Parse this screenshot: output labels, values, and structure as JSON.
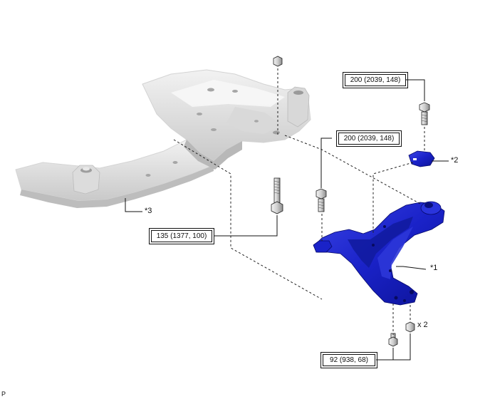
{
  "torque_specs": {
    "bracket_bolt": "200 (2039, 148)",
    "arm_front_bolt": "200 (2039, 148)",
    "arm_rear_bolt": "135 (1377, 100)",
    "ball_joint_fasteners": "92 (938, 68)"
  },
  "callouts": {
    "lower_arm": "*1",
    "bracket": "*2",
    "crossmember": "*3",
    "quantity": "x 2"
  },
  "corner_mark": "P",
  "colors": {
    "part_highlight": "#1a22c8",
    "part_dark": "#0a0f7a",
    "frame_light": "#e9e9e9",
    "frame_shade": "#bdbdbd",
    "line": "#222222"
  }
}
